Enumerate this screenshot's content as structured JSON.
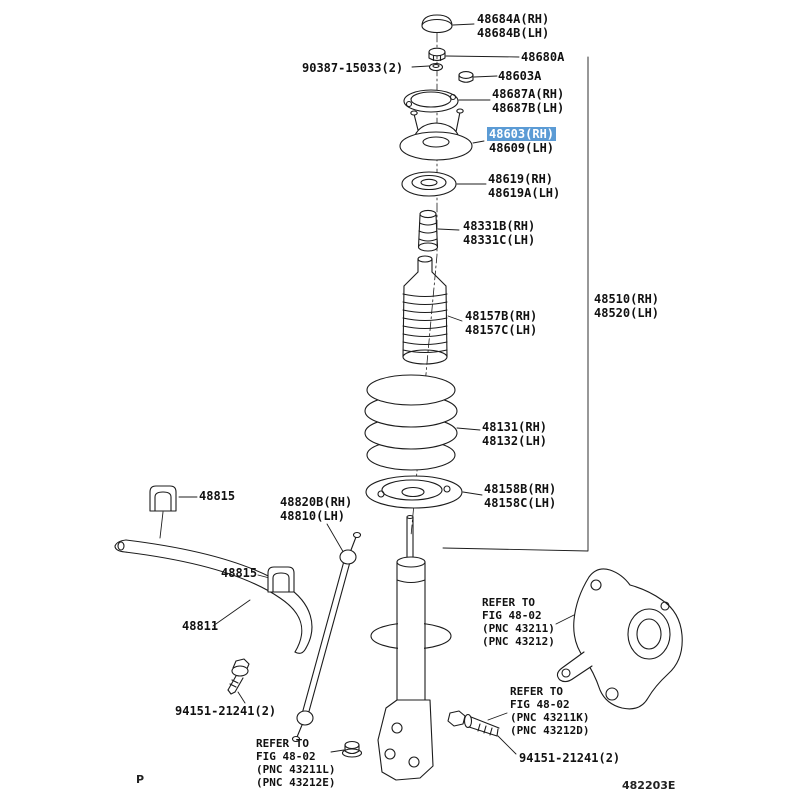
{
  "diagram": {
    "highlight_color": "#5b9bd5",
    "labels": {
      "l48684": [
        "48684A(RH)",
        "48684B(LH)"
      ],
      "l48680": [
        "48680A"
      ],
      "l90387": [
        "90387-15033(2)"
      ],
      "l48603a": [
        "48603A"
      ],
      "l48687": [
        "48687A(RH)",
        "48687B(LH)"
      ],
      "l48603": [
        "48603(RH)",
        "48609(LH)"
      ],
      "l48619": [
        "48619(RH)",
        "48619A(LH)"
      ],
      "l48331": [
        "48331B(RH)",
        "48331C(LH)"
      ],
      "l48157": [
        "48157B(RH)",
        "48157C(LH)"
      ],
      "l48510": [
        "48510(RH)",
        "48520(LH)"
      ],
      "l48131": [
        "48131(RH)",
        "48132(LH)"
      ],
      "l48158": [
        "48158B(RH)",
        "48158C(LH)"
      ],
      "l48815a": [
        "48815"
      ],
      "l48820": [
        "48820B(RH)",
        "48810(LH)"
      ],
      "l48815b": [
        "48815"
      ],
      "l48811": [
        "48811"
      ],
      "l94151a": [
        "94151-21241(2)"
      ],
      "l94151b": [
        "94151-21241(2)"
      ]
    },
    "notes": {
      "refer1": [
        "REFER TO",
        "FIG 48-02",
        "(PNC 43211)",
        "(PNC 43212)"
      ],
      "refer2": [
        "REFER TO",
        "FIG 48-02",
        "(PNC 43211K)",
        "(PNC 43212D)"
      ],
      "refer3": [
        "REFER TO",
        "FIG 48-02",
        "(PNC 43211L)",
        "(PNC 43212E)"
      ]
    },
    "footer": {
      "page_mark": "P",
      "figure_code": "482203E"
    }
  }
}
